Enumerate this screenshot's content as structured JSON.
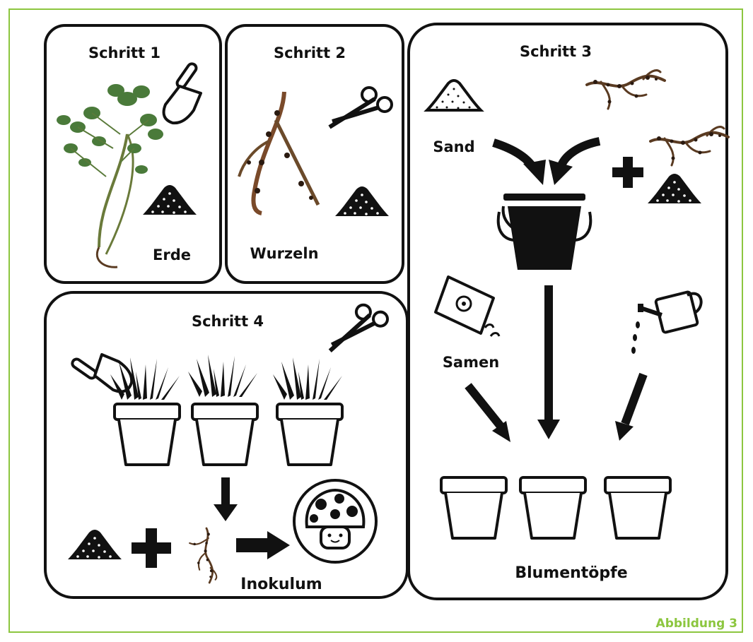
{
  "panels": {
    "step1": {
      "title": "Schritt 1",
      "soil_label": "Erde"
    },
    "step2": {
      "title": "Schritt 2",
      "roots_label": "Wurzeln"
    },
    "step3": {
      "title": "Schritt 3",
      "sand_label": "Sand",
      "seeds_label": "Samen",
      "pots_label": "Blumentöpfe"
    },
    "step4": {
      "title": "Schritt 4",
      "inoculum_label": "Inokulum"
    }
  },
  "caption": "Abbildung 3",
  "colors": {
    "frame": "#8cc63f",
    "caption": "#8cc63f",
    "ink": "#111111",
    "plant_green": "#4a7a3a",
    "root_brown": "#6b4a2a"
  }
}
